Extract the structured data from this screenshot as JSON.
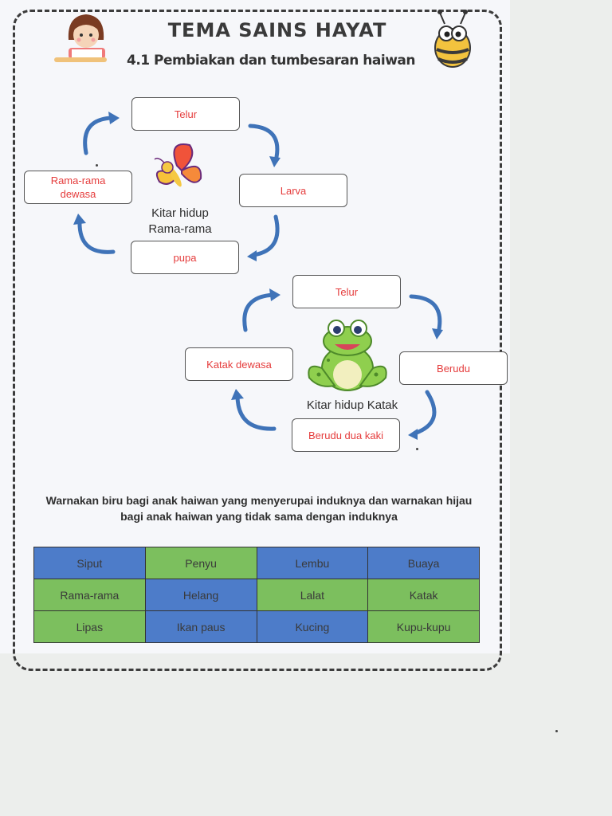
{
  "header": {
    "title": "TEMA SAINS HAYAT",
    "subtitle": "4.1 Pembiakan dan tumbesaran haiwan"
  },
  "butterfly_cycle": {
    "label_line1": "Kitar hidup",
    "label_line2": "Rama-rama",
    "stages": {
      "top": "Telur",
      "right": "Larva",
      "bottom": "pupa",
      "left_line1": "Rama-rama",
      "left_line2": "dewasa"
    }
  },
  "frog_cycle": {
    "label": "Kitar hidup Katak",
    "stages": {
      "top": "Telur",
      "right": "Berudu",
      "bottom": "Berudu dua kaki",
      "left": "Katak dewasa"
    }
  },
  "instruction": {
    "line1": "Warnakan biru bagi anak haiwan yang menyerupai induknya dan warnakan hijau",
    "line2": "bagi anak haiwan yang tidak sama dengan induknya"
  },
  "table": {
    "rows": [
      [
        {
          "text": "Siput",
          "color": "blue"
        },
        {
          "text": "Penyu",
          "color": "green"
        },
        {
          "text": "Lembu",
          "color": "blue"
        },
        {
          "text": "Buaya",
          "color": "blue"
        }
      ],
      [
        {
          "text": "Rama-rama",
          "color": "green"
        },
        {
          "text": "Helang",
          "color": "blue"
        },
        {
          "text": "Lalat",
          "color": "green"
        },
        {
          "text": "Katak",
          "color": "green"
        }
      ],
      [
        {
          "text": "Lipas",
          "color": "green"
        },
        {
          "text": "Ikan paus",
          "color": "blue"
        },
        {
          "text": "Kucing",
          "color": "blue"
        },
        {
          "text": "Kupu-kupu",
          "color": "green"
        }
      ]
    ]
  },
  "colors": {
    "box_text": "#e53c3c",
    "arrow": "#3f73b8",
    "cell_blue": "#4d7cc9",
    "cell_green": "#7cbf5e"
  },
  "icons": [
    "girl-reading-icon",
    "bee-icon",
    "butterfly-icon",
    "frog-icon",
    "cycle-arrow-icon"
  ]
}
